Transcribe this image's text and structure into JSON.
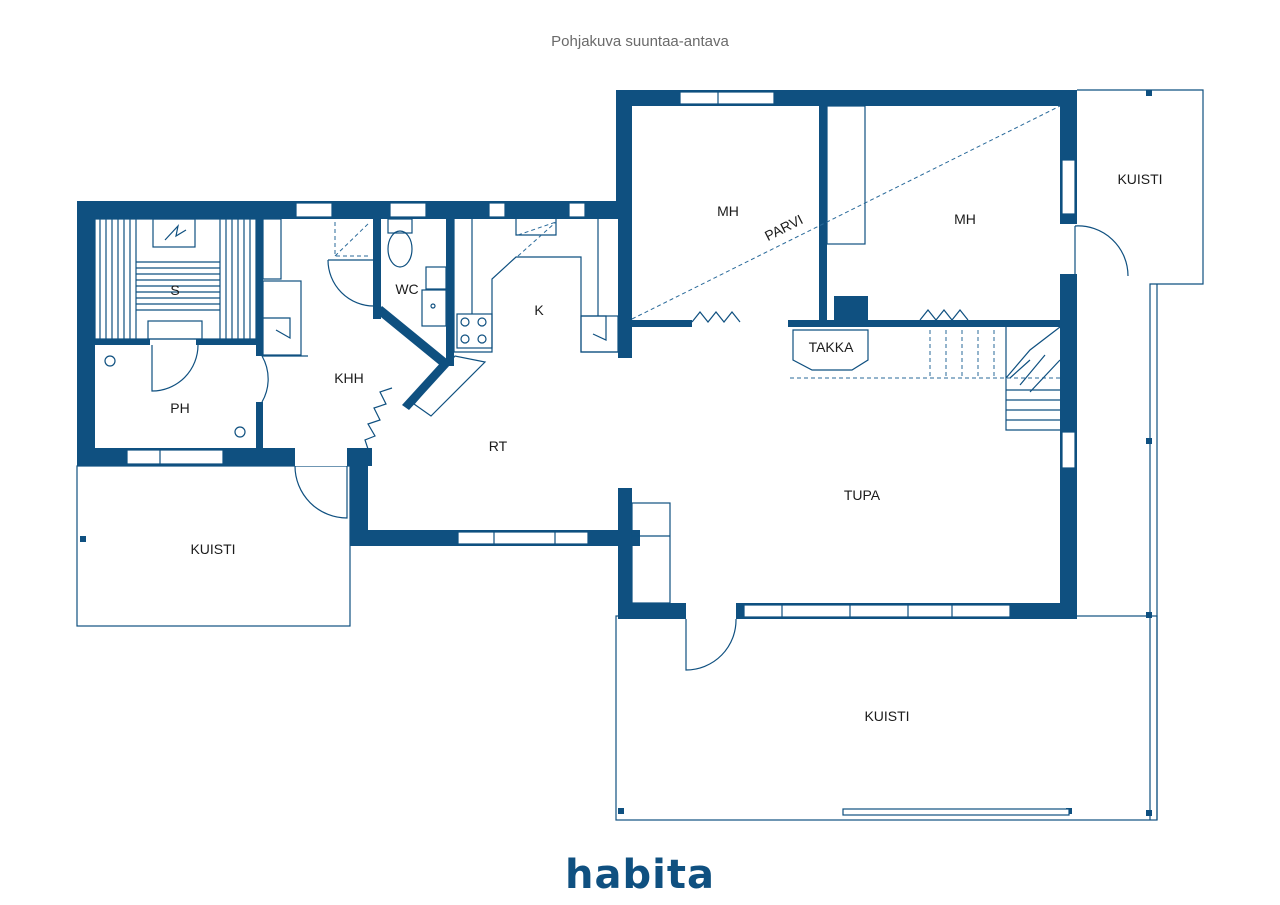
{
  "caption": "Pohjakuva suuntaa-antava",
  "brand": {
    "logo_text": "habita"
  },
  "colors": {
    "wall": "#0f5080",
    "text": "#1b1b1b",
    "caption": "#6a6a6a"
  },
  "rooms": {
    "s": "S",
    "ph": "PH",
    "khh": "KHH",
    "wc": "WC",
    "k": "K",
    "rt": "RT",
    "mh_left": "MH",
    "parvi": "PARVI",
    "mh_right": "MH",
    "kuisti_right": "KUISTI",
    "takka": "TAKKA",
    "tupa": "TUPA",
    "kuisti_left": "KUISTI",
    "kuisti_bottom": "KUISTI"
  }
}
